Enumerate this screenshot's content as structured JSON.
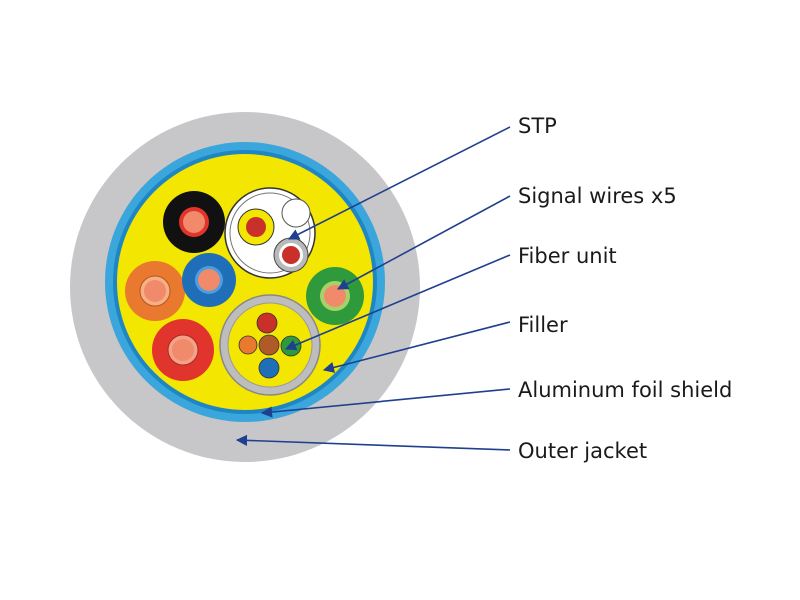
{
  "labels": {
    "stp": "STP",
    "signal_wires": "Signal wires x5",
    "fiber_unit": "Fiber unit",
    "filler": "Filler",
    "aluminum_foil_shield": "Aluminum foil shield",
    "outer_jacket": "Outer jacket"
  },
  "colors": {
    "outer_jacket": "#c7c7c9",
    "foil_shield": "#3aa6db",
    "filler": "#f3e600",
    "leader_line": "#1f3f8f",
    "black_wire": "#111111",
    "orange_wire": "#e8792e",
    "blue_wire": "#1e6fb8",
    "green_wire": "#2e9a3c",
    "red_wire": "#e1342c",
    "wire_core": "#f08a6a"
  }
}
